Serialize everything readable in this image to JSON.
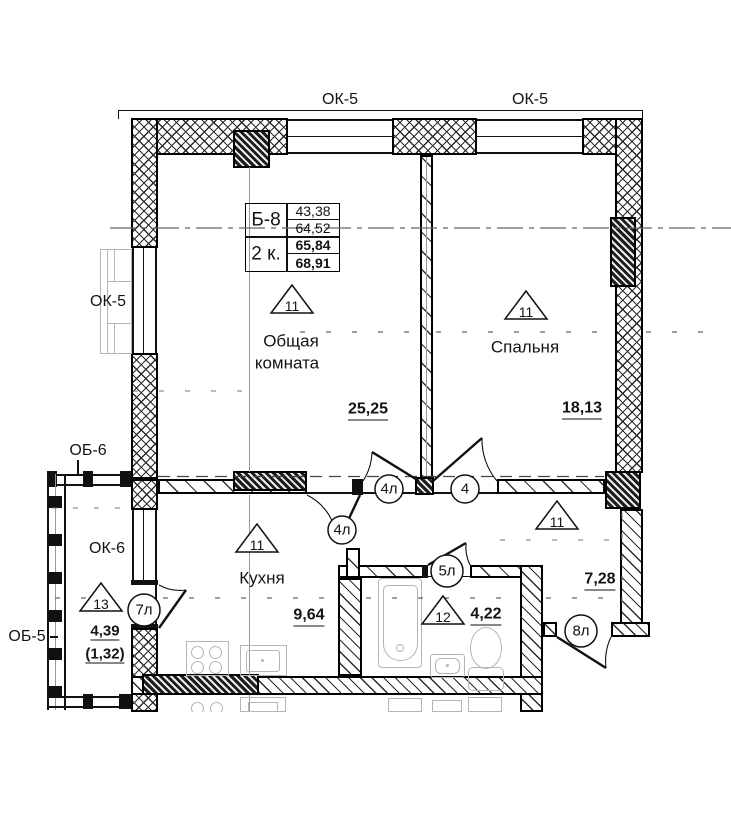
{
  "labels": {
    "ok5_top_left": "ОК-5",
    "ok5_top_right": "ОК-5",
    "ok5_side": "ОК-5",
    "ob6_balcony_top": "ОБ-6",
    "ok6_balcony_window": "ОК-6",
    "ob5_balcony_side": "ОБ-5"
  },
  "stamp": {
    "apartment": "Б-8",
    "room_count": "2 к.",
    "a1": "43,38",
    "a2": "64,52",
    "a3": "65,84",
    "a4": "68,91"
  },
  "rooms": {
    "living": {
      "marker": "11",
      "name1": "Общая",
      "name2": "комната",
      "area": "25,25"
    },
    "bedroom": {
      "marker": "11",
      "name": "Спальня",
      "area": "18,13"
    },
    "kitchen": {
      "marker": "11",
      "name": "Кухня",
      "area": "9,64"
    },
    "bathroom": {
      "marker": "12",
      "area": "4,22"
    },
    "hallway": {
      "marker": "11",
      "area": "7,28"
    },
    "balcony": {
      "marker": "13",
      "area": "4,39",
      "area_coef": "(1,32)"
    }
  },
  "doors": {
    "living": "4л",
    "bedroom": "4",
    "kitchen": "4л",
    "bathroom": "5л",
    "balcony": "7л",
    "entrance": "8л"
  }
}
